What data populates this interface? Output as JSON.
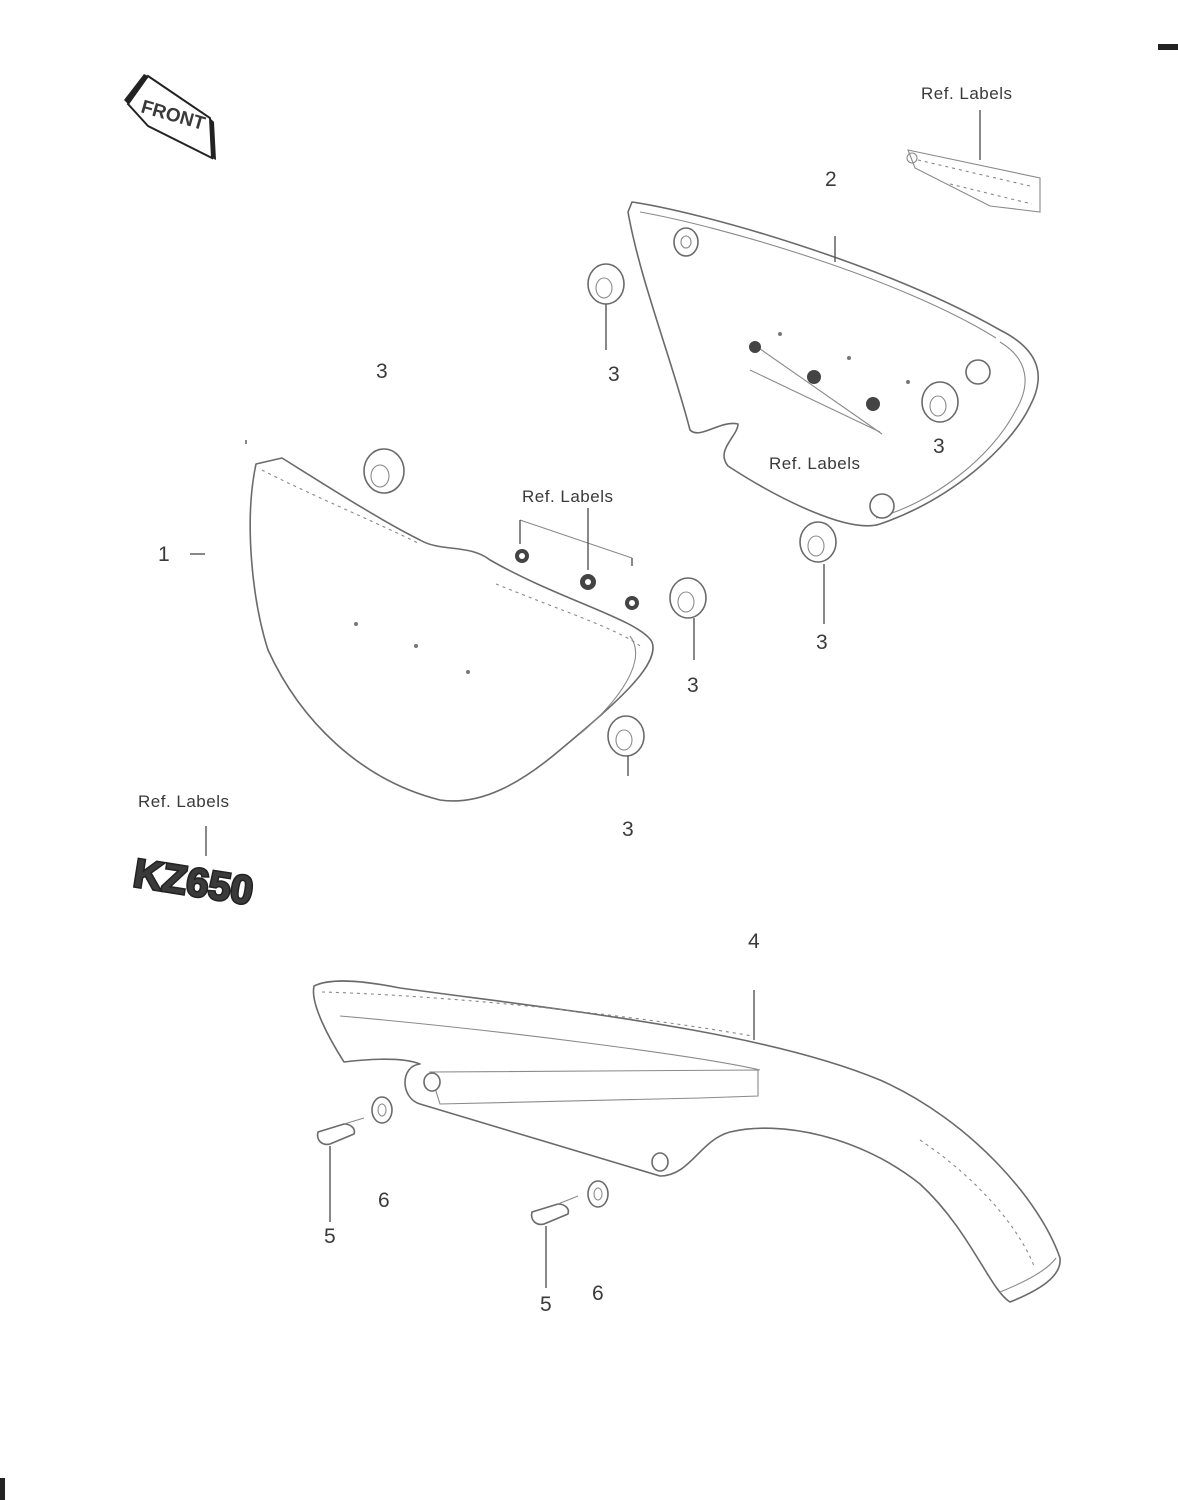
{
  "header_text": "",
  "front_emblem": {
    "text": "FRONT"
  },
  "model_emblem": {
    "text": "KZ650"
  },
  "callouts": {
    "part_1": "1",
    "part_2": "2",
    "part_3_a": "3",
    "part_3_b": "3",
    "part_3_c": "3",
    "part_3_d": "3",
    "part_3_e": "3",
    "part_3_f": "3",
    "part_4": "4",
    "part_5_a": "5",
    "part_5_b": "5",
    "part_6_a": "6",
    "part_6_b": "6"
  },
  "ref_labels": {
    "top_right": "Ref. Labels",
    "right_cover": "Ref. Labels",
    "left_cover": "Ref. Labels",
    "emblem": "Ref. Labels"
  }
}
